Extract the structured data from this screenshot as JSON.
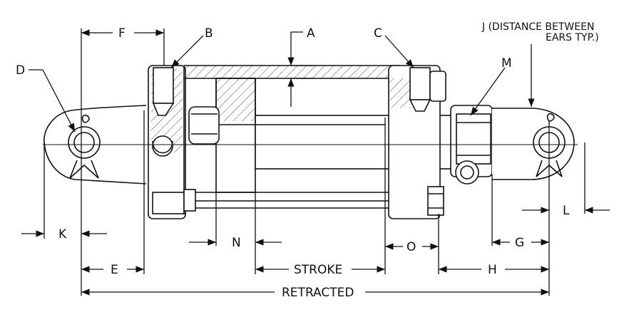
{
  "labels": {
    "A": "A",
    "B": "B",
    "C": "C",
    "D": "D",
    "E": "E",
    "F": "F",
    "G": "G",
    "H": "H",
    "J_line1": "J (DISTANCE BETWEEN",
    "J_line2": "EARS TYP.)",
    "K": "K",
    "L": "L",
    "M": "M",
    "N": "N",
    "O": "O",
    "stroke": "STROKE",
    "retracted": "RETRACTED"
  },
  "colors": {
    "ink": "#111111",
    "hatch": "#444444"
  }
}
